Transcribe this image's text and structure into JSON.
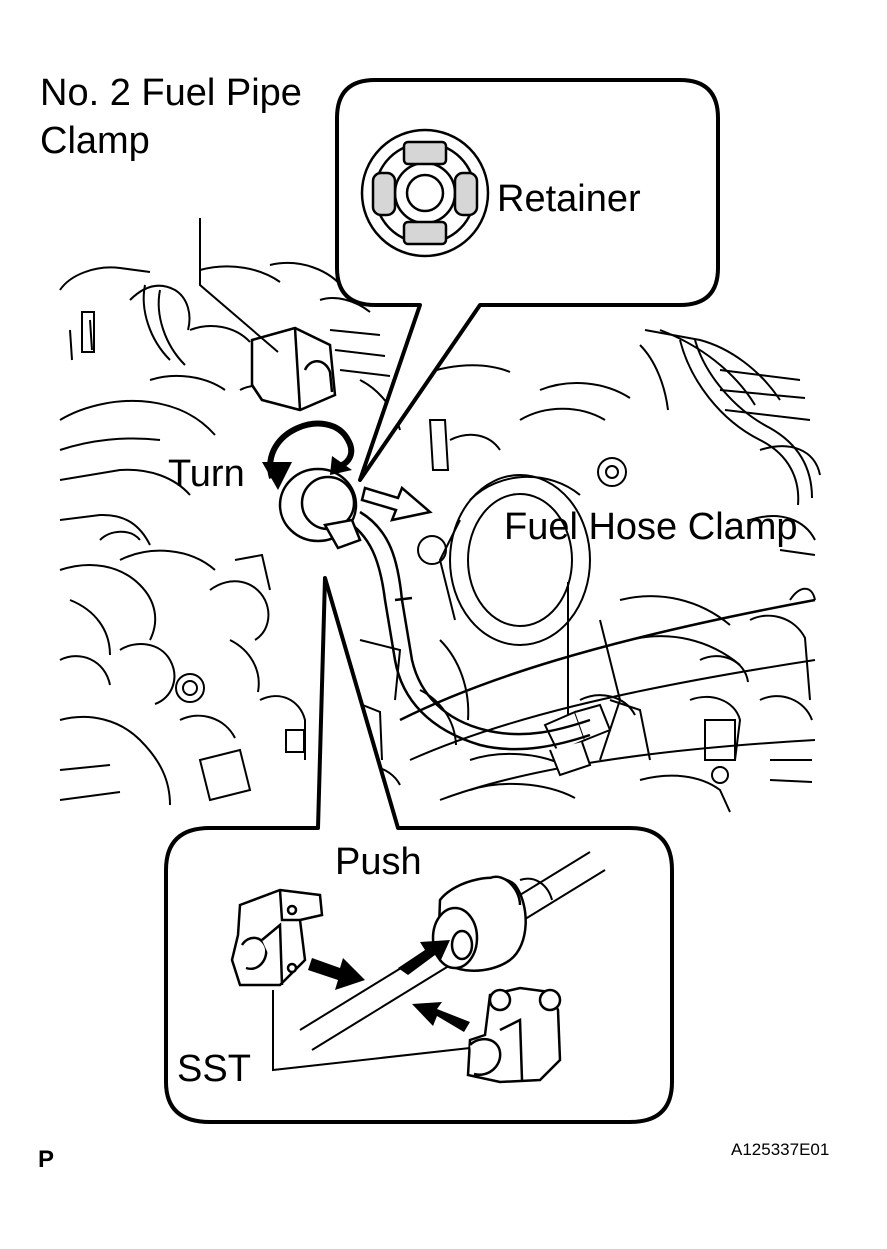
{
  "labels": {
    "pipe_clamp_line1": "No. 2 Fuel Pipe",
    "pipe_clamp_line2": "Clamp",
    "retainer": "Retainer",
    "turn": "Turn",
    "fuel_hose_clamp": "Fuel Hose Clamp",
    "push": "Push",
    "sst": "SST"
  },
  "footer": {
    "corner_mark": "P",
    "figure_id": "A125337E01"
  },
  "colors": {
    "line": "#000000",
    "fill": "#ffffff",
    "retainer_tab": "#d6d6d6"
  },
  "icons": [
    "curved-turn-arrow-icon",
    "push-arrow-icon",
    "hollow-arrow-icon"
  ]
}
